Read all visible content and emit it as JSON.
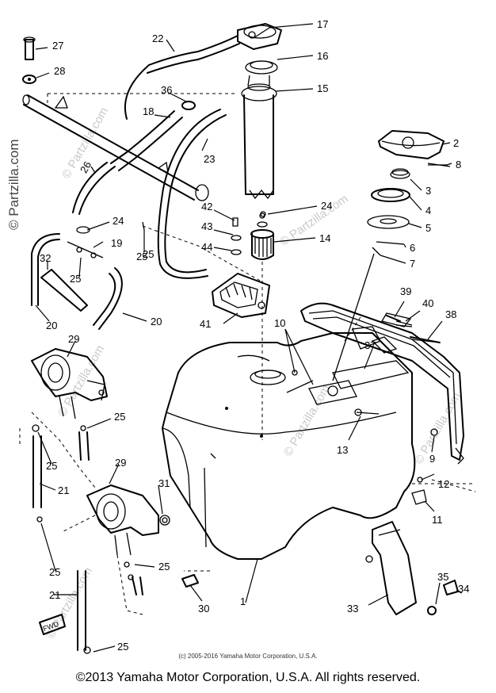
{
  "watermark": "© Partzilla.com",
  "small_copyright": "(c) 2005-2016 Yamaha Motor Corporation, U.S.A.",
  "footer_copyright": "©2013 Yamaha Motor Corporation, U.S.A. All rights reserved.",
  "fwd_label": "FWD",
  "callouts": {
    "c1": "1",
    "c2": "2",
    "c3": "3",
    "c4": "4",
    "c5": "5",
    "c6": "6",
    "c7": "7",
    "c8": "8",
    "c9": "9",
    "c10": "10",
    "c11": "11",
    "c12": "12",
    "c13": "13",
    "c14": "14",
    "c15": "15",
    "c16": "16",
    "c17": "17",
    "c18": "18",
    "c19": "19",
    "c20a": "20",
    "c20b": "20",
    "c21a": "21",
    "c21b": "21",
    "c22": "22",
    "c23": "23",
    "c24a": "24",
    "c24b": "24",
    "c25a": "25",
    "c25b": "25",
    "c25c": "25",
    "c25d": "25",
    "c25e": "25",
    "c25f": "25",
    "c25g": "25",
    "c25h": "25",
    "c26": "26",
    "c27": "27",
    "c28": "28",
    "c29a": "29",
    "c29b": "29",
    "c30": "30",
    "c31": "31",
    "c32": "32",
    "c33": "33",
    "c34": "34",
    "c35": "35",
    "c36": "36",
    "c37": "37",
    "c38": "38",
    "c39": "39",
    "c40": "40",
    "c41": "41",
    "c42": "42",
    "c43": "43",
    "c44": "44"
  }
}
